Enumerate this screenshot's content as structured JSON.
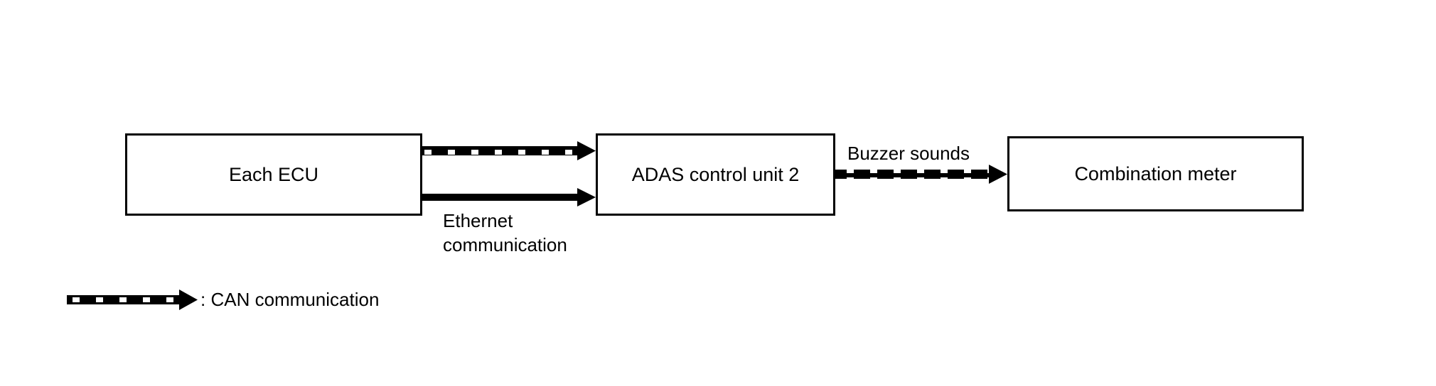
{
  "diagram": {
    "nodes": [
      {
        "id": "each-ecu",
        "label": "Each ECU"
      },
      {
        "id": "adas-control-unit-2",
        "label": "ADAS control unit 2"
      },
      {
        "id": "combination-meter",
        "label": "Combination meter"
      }
    ],
    "edges": [
      {
        "from": "each-ecu",
        "to": "adas-control-unit-2",
        "type": "CAN",
        "label": ""
      },
      {
        "from": "each-ecu",
        "to": "adas-control-unit-2",
        "type": "Ethernet",
        "label": "Ethernet communication"
      },
      {
        "from": "adas-control-unit-2",
        "to": "combination-meter",
        "type": "CAN",
        "label": "Buzzer sounds"
      }
    ],
    "labels": {
      "ethernet_line1": "Ethernet",
      "ethernet_line2": "communication",
      "buzzer": "Buzzer sounds"
    },
    "legend": {
      "symbol": "CAN dashed arrow",
      "text": ": CAN communication"
    }
  }
}
